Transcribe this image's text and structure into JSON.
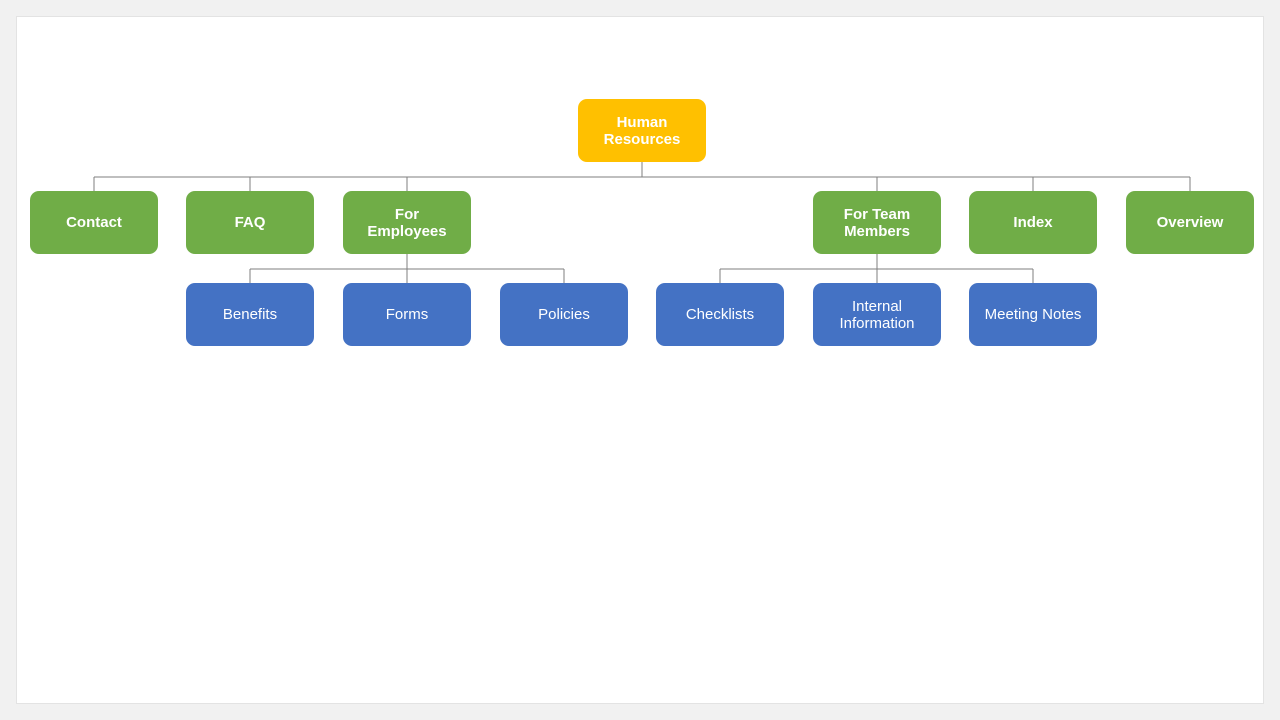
{
  "colors": {
    "root": "#ffc000",
    "level1": "#70ad47",
    "level2": "#4472c4",
    "connector": "#7f7f7f"
  },
  "diagram": {
    "root": {
      "label": "Human\nResources"
    },
    "sections": [
      {
        "label": "Contact",
        "children": []
      },
      {
        "label": "FAQ",
        "children": []
      },
      {
        "label": "For\nEmployees",
        "children": [
          {
            "label": "Benefits"
          },
          {
            "label": "Forms"
          },
          {
            "label": "Policies"
          }
        ]
      },
      {
        "label": "For Team\nMembers",
        "children": [
          {
            "label": "Checklists"
          },
          {
            "label": "Internal\nInformation"
          },
          {
            "label": "Meeting Notes"
          }
        ]
      },
      {
        "label": "Index",
        "children": []
      },
      {
        "label": "Overview",
        "children": []
      }
    ]
  }
}
